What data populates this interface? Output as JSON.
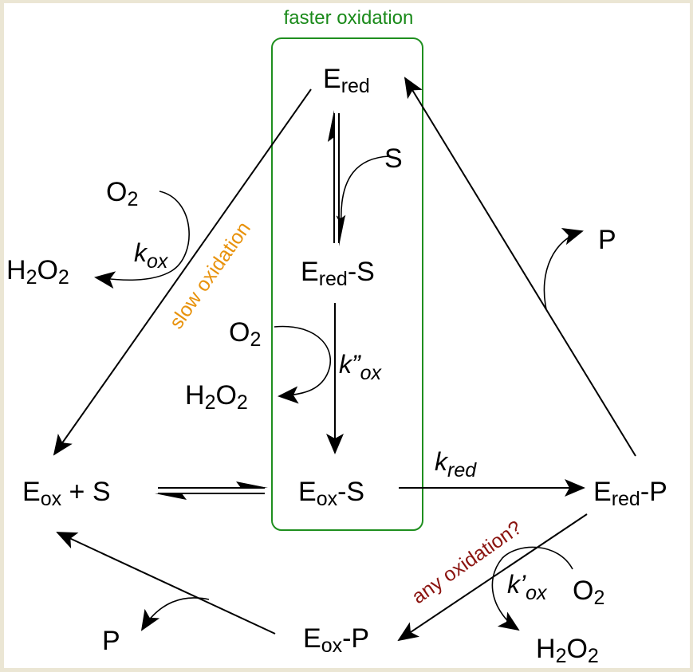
{
  "colors": {
    "box": "#1f8f1f",
    "faster": "#1a8a1a",
    "slow": "#e8920c",
    "any": "#8b1410",
    "background": "#ebe6d4"
  },
  "labels": {
    "faster": "faster oxidation",
    "slow": "slow oxidation",
    "any": "any oxidation?"
  },
  "species": {
    "ered": {
      "main": "E",
      "sub": "red"
    },
    "s_top": "S",
    "ereds": {
      "main": "E",
      "sub": "red",
      "tail": "-S"
    },
    "eoxs": {
      "main": "E",
      "sub": "ox",
      "tail": "-S"
    },
    "eox_s": {
      "main": "E",
      "sub": "ox",
      "tail": " + S"
    },
    "eredp": {
      "main": "E",
      "sub": "red",
      "tail": "-P"
    },
    "eoxp": {
      "main": "E",
      "sub": "ox",
      "tail": "-P"
    },
    "p_right": "P",
    "p_left": "P",
    "o2": {
      "main": "O",
      "sub": "2"
    },
    "h2o2": {
      "a": "H",
      "b": "2",
      "c": "O",
      "d": "2"
    }
  },
  "rates": {
    "kox": {
      "main": "k",
      "sub": "ox"
    },
    "kddox": {
      "main": "k”",
      "sub": "ox"
    },
    "kpox": {
      "main": "k’",
      "sub": "ox"
    },
    "kred": {
      "main": "k",
      "sub": "red"
    }
  }
}
